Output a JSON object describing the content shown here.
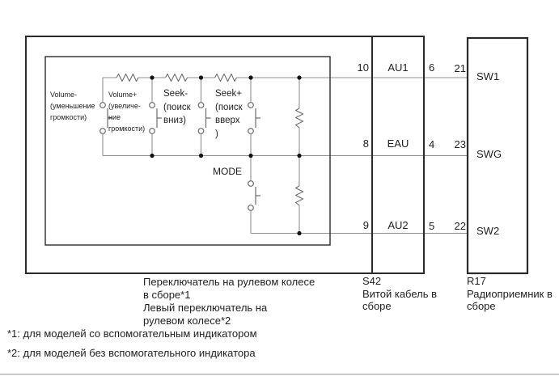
{
  "colors": {
    "wire": "#8f8f8f",
    "symbol": "#6b6b6b",
    "box_outline": "#2a2a2a",
    "junction_dot": "#111111",
    "text": "#1f1f1f"
  },
  "diagram": {
    "switch_assembly": {
      "buttons": {
        "volume_minus": {
          "lines": [
            "Volume-",
            "(уменьшение",
            "громкости)"
          ]
        },
        "volume_plus": {
          "lines": [
            "Volume+",
            "(увеличе-",
            "ние",
            "громкости)"
          ]
        },
        "seek_minus": {
          "lines": [
            "Seek-",
            "(поиск",
            "вниз)"
          ]
        },
        "seek_plus": {
          "lines": [
            "Seek+",
            "(поиск",
            "вверх",
            ")"
          ]
        },
        "mode": {
          "label": "MODE"
        }
      },
      "caption_lines": [
        "Переключатель на рулевом колесе",
        "в сборе*1",
        "Левый переключатель на",
        "рулевом колесе*2"
      ]
    },
    "spiral_cable": {
      "rows": [
        {
          "pin_left": "10",
          "signal": "AU1",
          "pin_right": "6"
        },
        {
          "pin_left": "8",
          "signal": "EAU",
          "pin_right": "4"
        },
        {
          "pin_left": "9",
          "signal": "AU2",
          "pin_right": "5"
        }
      ],
      "caption_lines": [
        "S42",
        "Витой кабель в",
        "сборе"
      ]
    },
    "radio": {
      "rows": [
        {
          "pin": "21",
          "terminal": "SW1"
        },
        {
          "pin": "23",
          "terminal": "SWG"
        },
        {
          "pin": "22",
          "terminal": "SW2"
        }
      ],
      "caption_lines": [
        "R17",
        "Радиоприемник в",
        "сборе"
      ]
    },
    "footnotes": [
      "*1: для моделей со вспомогательным индикатором",
      "*2: для моделей без вспомогательного индикатора"
    ]
  }
}
